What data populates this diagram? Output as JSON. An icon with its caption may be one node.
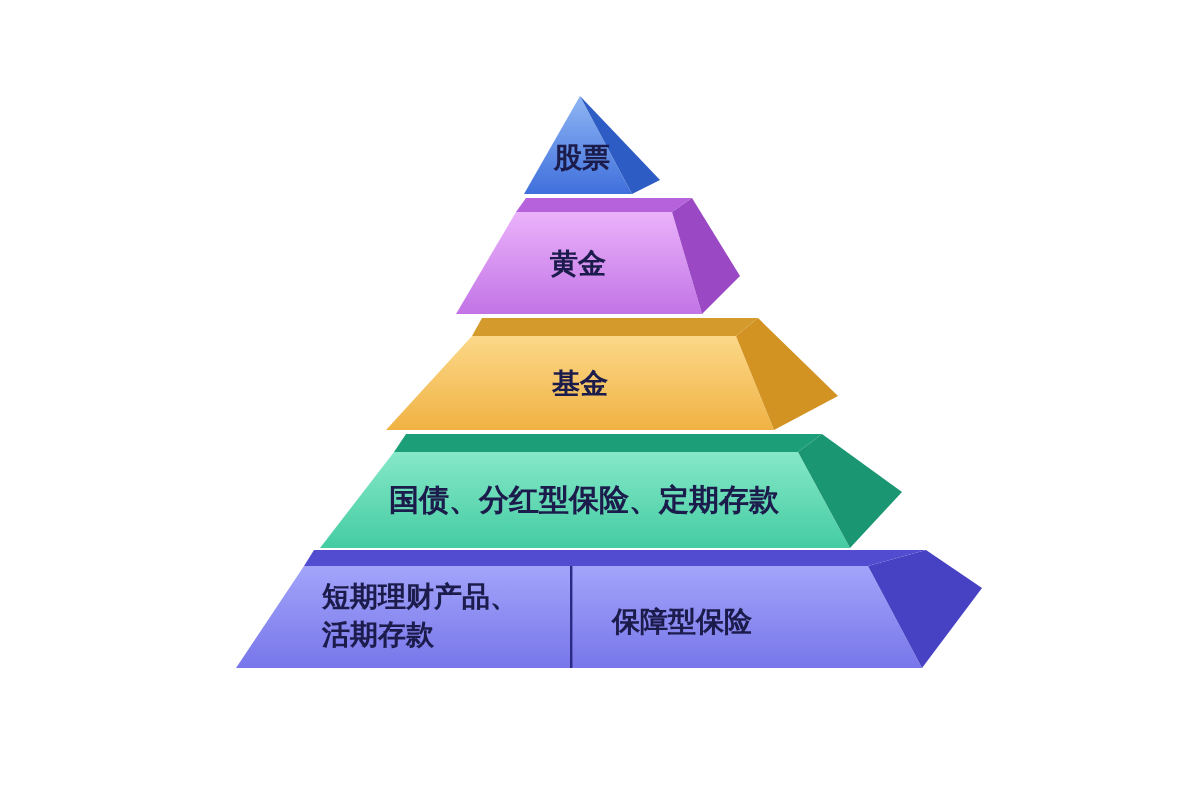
{
  "diagram": {
    "nodes": [
      {
        "text": [
          "股票"
        ]
      },
      {
        "text": [
          "黄金"
        ]
      },
      {
        "text": [
          "基金"
        ]
      },
      {
        "text": [
          "国债、分红型保险、定期存款"
        ]
      },
      {
        "text": [
          "短期理财产品、活期存款"
        ]
      },
      {
        "text": [
          "保障型保险"
        ]
      }
    ]
  }
}
